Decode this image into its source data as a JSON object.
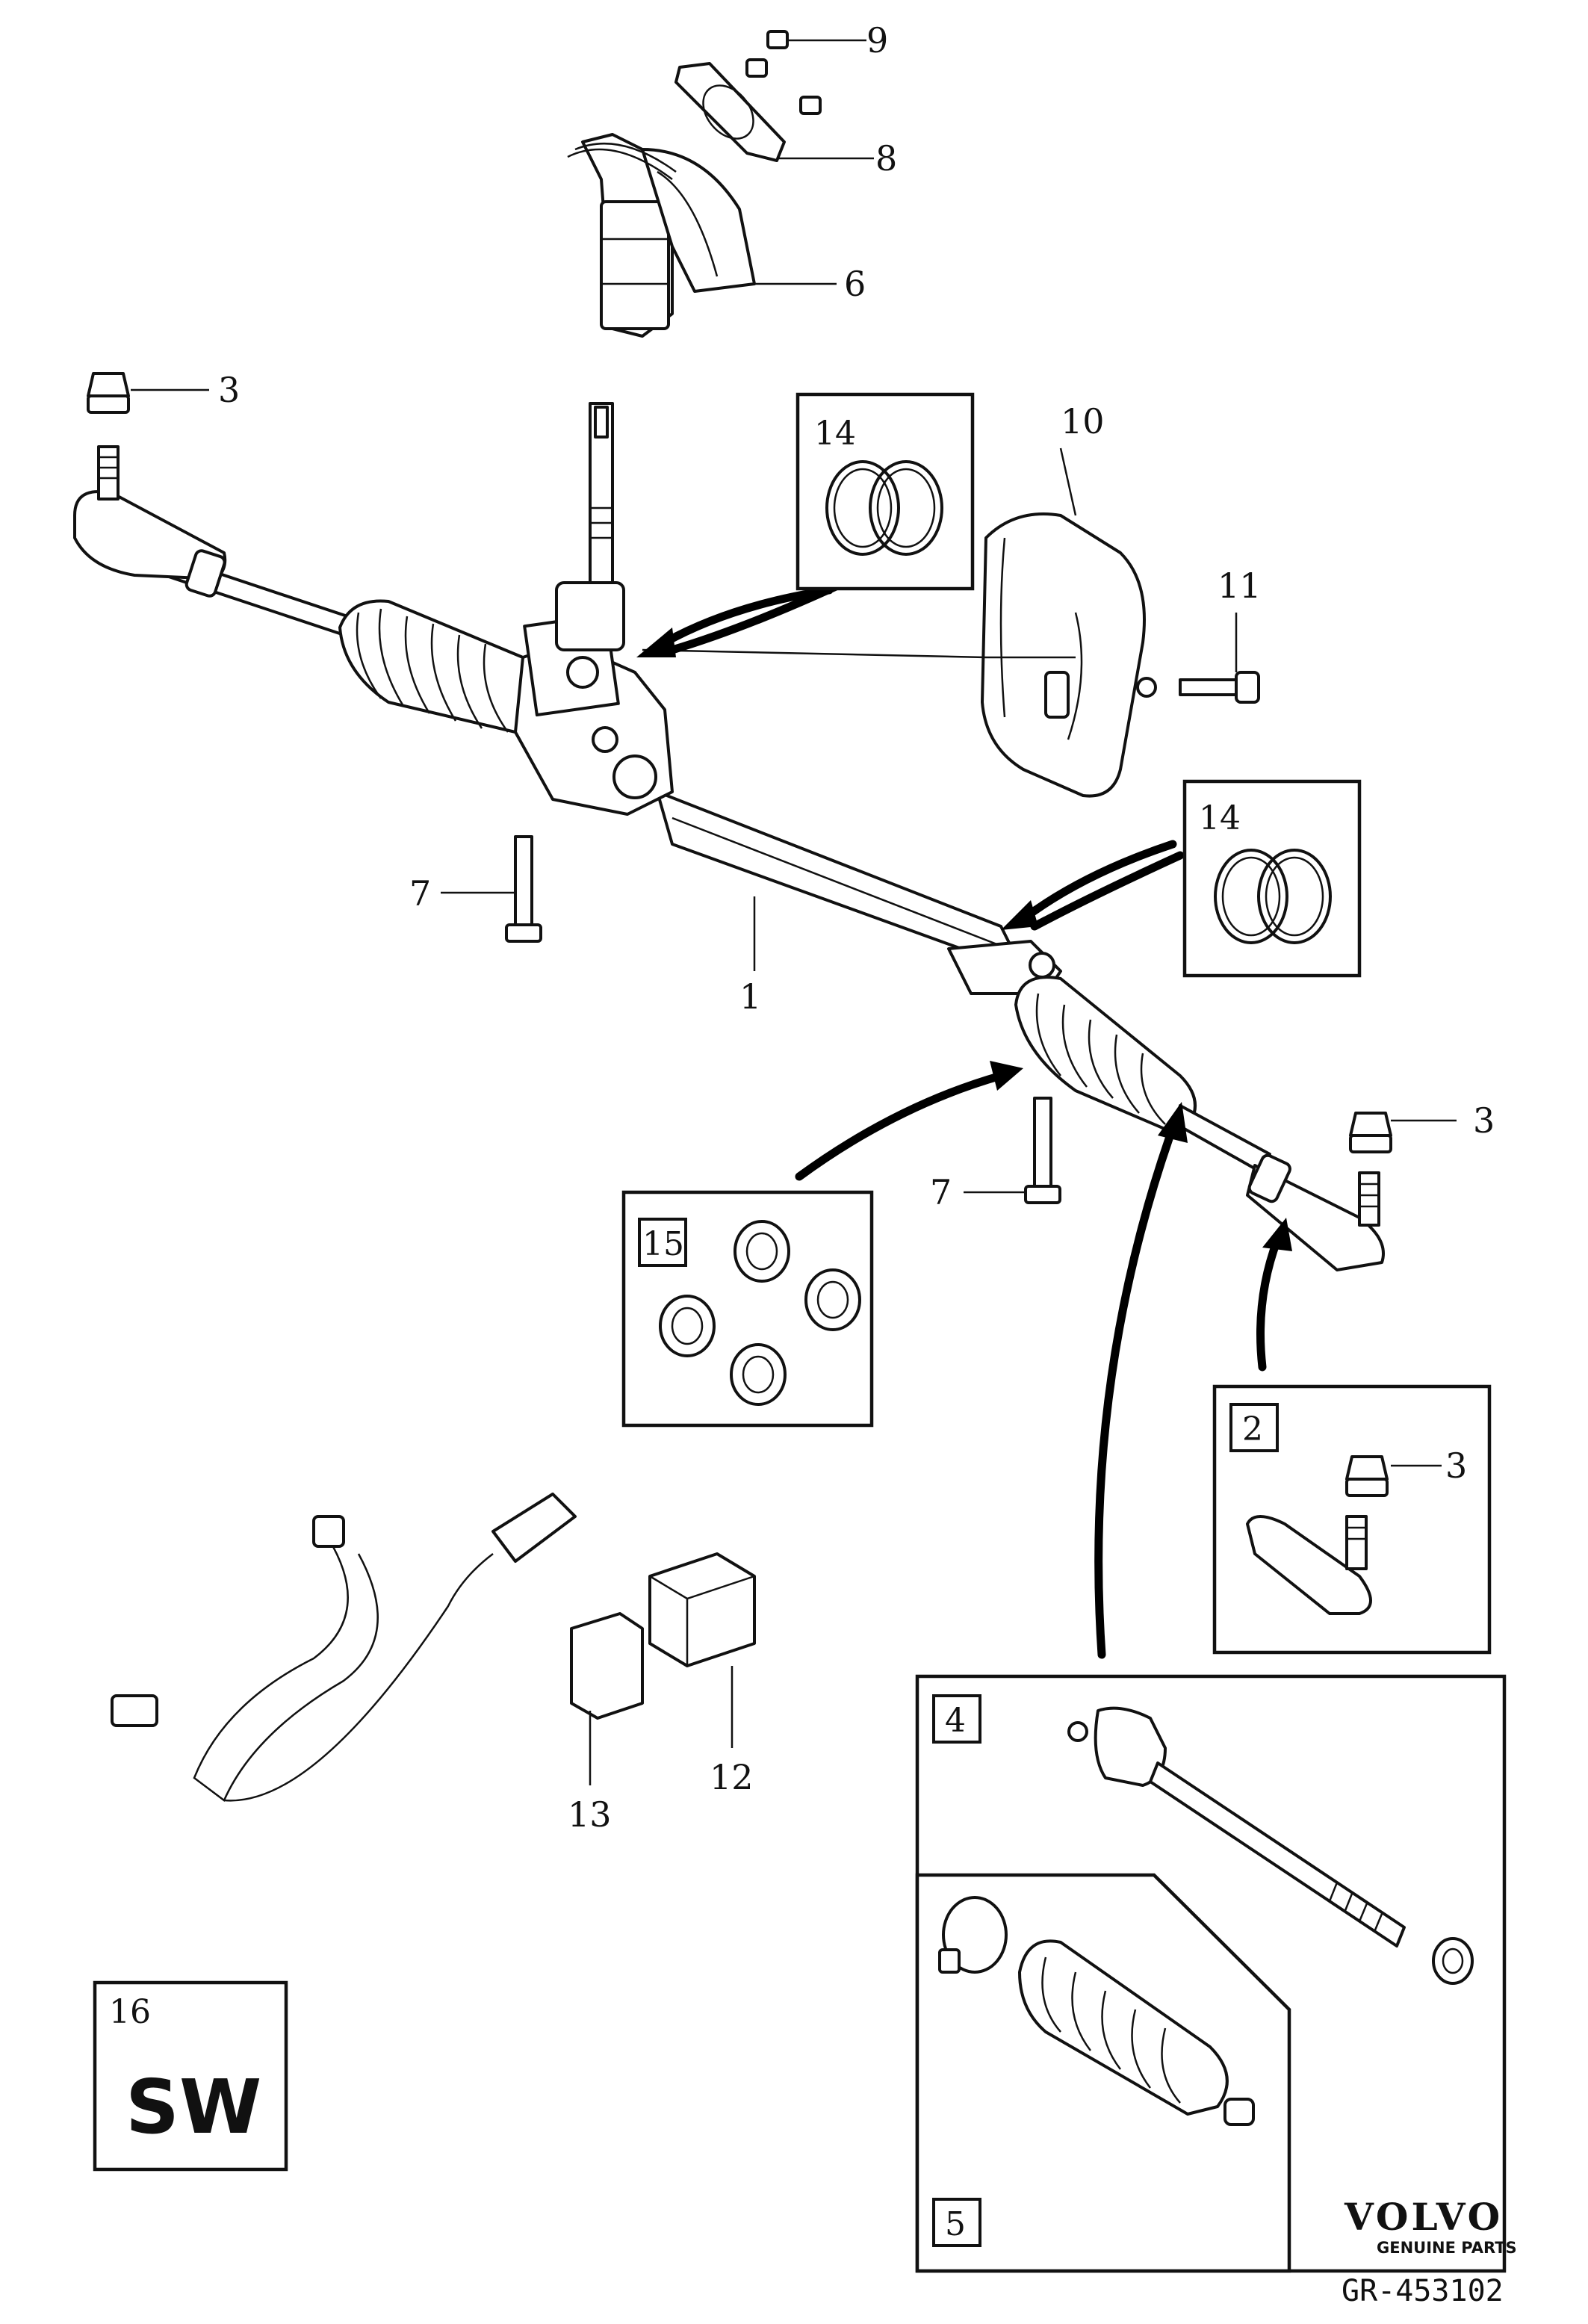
{
  "diagram": {
    "callouts": {
      "c1": "1",
      "c3a": "3",
      "c3b": "3",
      "c3c": "3",
      "c6": "6",
      "c7a": "7",
      "c7b": "7",
      "c8": "8",
      "c9": "9",
      "c10": "10",
      "c11": "11",
      "c12": "12",
      "c13": "13"
    },
    "boxes": {
      "b2": "2",
      "b4": "4",
      "b5": "5",
      "b14a": "14",
      "b14b": "14",
      "b15": "15",
      "b16": "16"
    },
    "sw_label": "SW",
    "brand": {
      "name": "VOLVO",
      "tagline": "GENUINE PARTS"
    },
    "figure_code": "GR-453102"
  }
}
